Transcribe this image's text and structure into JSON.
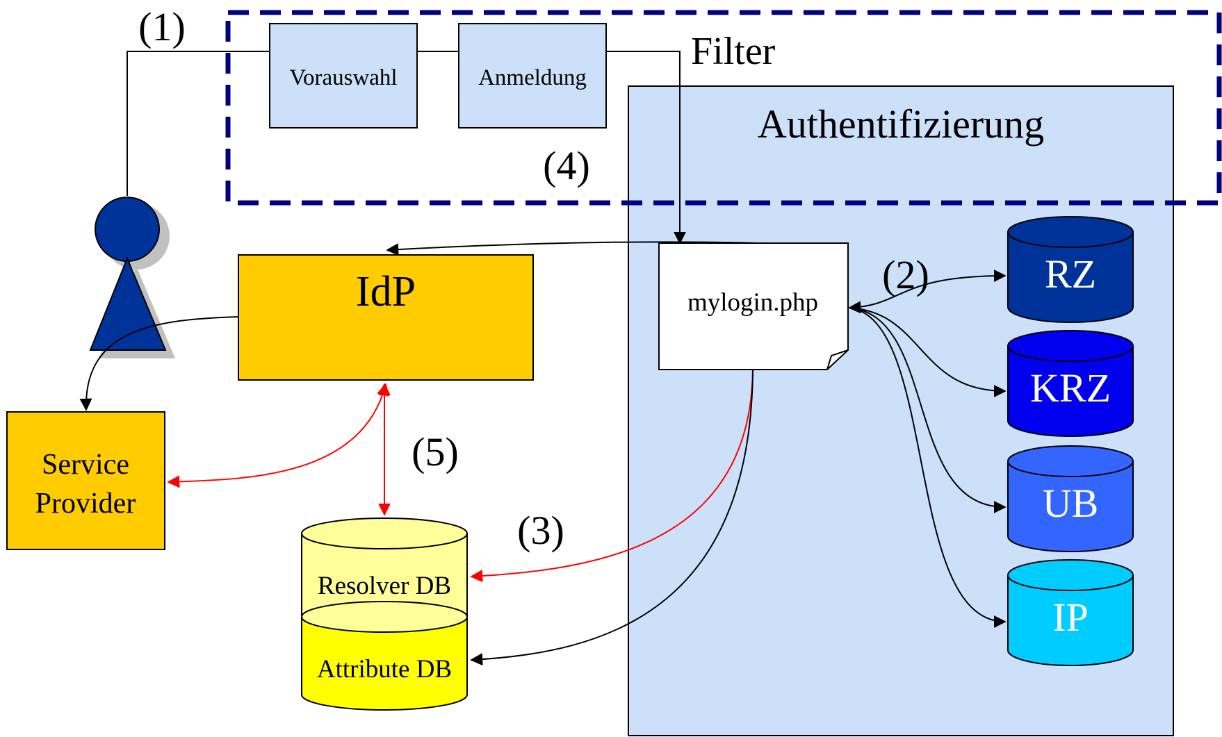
{
  "labels": {
    "step1": "(1)",
    "step2": "(2)",
    "step3": "(3)",
    "step4": "(4)",
    "step5": "(5)",
    "filter": "Filter",
    "authentifizierung": "Authentifizierung"
  },
  "nodes": {
    "vorauswahl": "Vorauswahl",
    "anmeldung": "Anmeldung",
    "idp": "IdP",
    "mylogin": "mylogin.php",
    "service_provider_line1": "Service",
    "service_provider_line2": "Provider",
    "resolver_db": "Resolver DB",
    "attribute_db": "Attribute DB"
  },
  "databases": [
    {
      "label": "RZ",
      "color": "#003399"
    },
    {
      "label": "KRZ",
      "color": "#0000EE"
    },
    {
      "label": "UB",
      "color": "#3366FF"
    },
    {
      "label": "IP",
      "color": "#00CCFF"
    }
  ],
  "colors": {
    "filter_border": "#000080",
    "auth_fill": "#CCE0FA",
    "filter_box_fill": "#CCE0FA",
    "idp_fill": "#FFCC00",
    "sp_fill": "#FFCC00",
    "resolver_fill": "#FFFF99",
    "attribute_fill": "#FFFF00",
    "person": "#003399",
    "red_arrow": "#FF0000"
  }
}
